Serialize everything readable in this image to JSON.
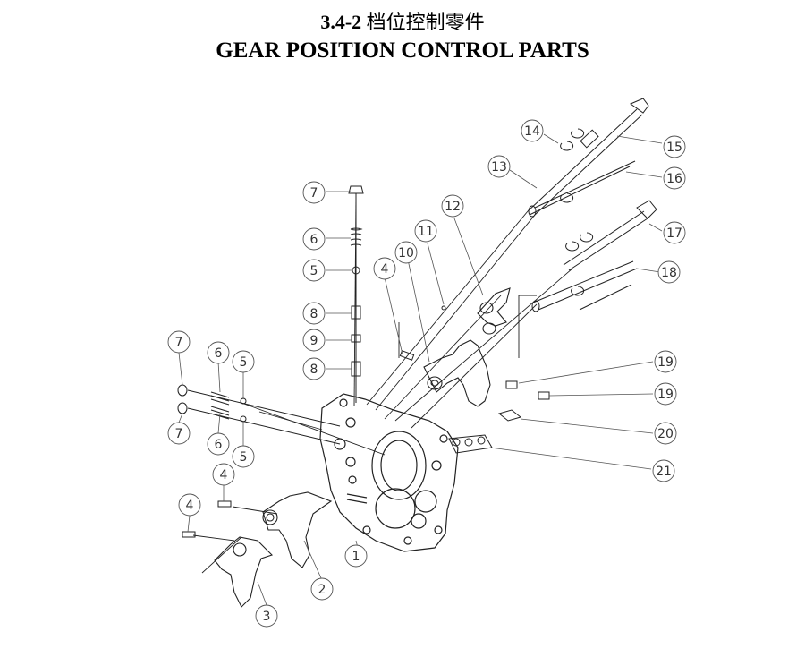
{
  "header": {
    "number": "3.4-2",
    "title_cn": "档位控制零件",
    "title_en": "GEAR POSITION CONTROL PARTS"
  },
  "callouts": [
    {
      "id": "c15",
      "label": "15"
    },
    {
      "id": "c14",
      "label": "14"
    },
    {
      "id": "c13",
      "label": "13"
    },
    {
      "id": "c16",
      "label": "16"
    },
    {
      "id": "c17",
      "label": "17"
    },
    {
      "id": "c18",
      "label": "18"
    },
    {
      "id": "c12",
      "label": "12"
    },
    {
      "id": "c11",
      "label": "11"
    },
    {
      "id": "c10",
      "label": "10"
    },
    {
      "id": "c4a",
      "label": "4"
    },
    {
      "id": "c7a",
      "label": "7"
    },
    {
      "id": "c6a",
      "label": "6"
    },
    {
      "id": "c5a",
      "label": "5"
    },
    {
      "id": "c8a",
      "label": "8"
    },
    {
      "id": "c9",
      "label": "9"
    },
    {
      "id": "c8b",
      "label": "8"
    },
    {
      "id": "c7b",
      "label": "7"
    },
    {
      "id": "c6b",
      "label": "6"
    },
    {
      "id": "c5b",
      "label": "5"
    },
    {
      "id": "c7c",
      "label": "7"
    },
    {
      "id": "c6c",
      "label": "6"
    },
    {
      "id": "c5c",
      "label": "5"
    },
    {
      "id": "c19a",
      "label": "19"
    },
    {
      "id": "c19b",
      "label": "19"
    },
    {
      "id": "c20",
      "label": "20"
    },
    {
      "id": "c21",
      "label": "21"
    },
    {
      "id": "c4b",
      "label": "4"
    },
    {
      "id": "c4c",
      "label": "4"
    },
    {
      "id": "c1",
      "label": "1"
    },
    {
      "id": "c2",
      "label": "2"
    },
    {
      "id": "c3",
      "label": "3"
    }
  ]
}
